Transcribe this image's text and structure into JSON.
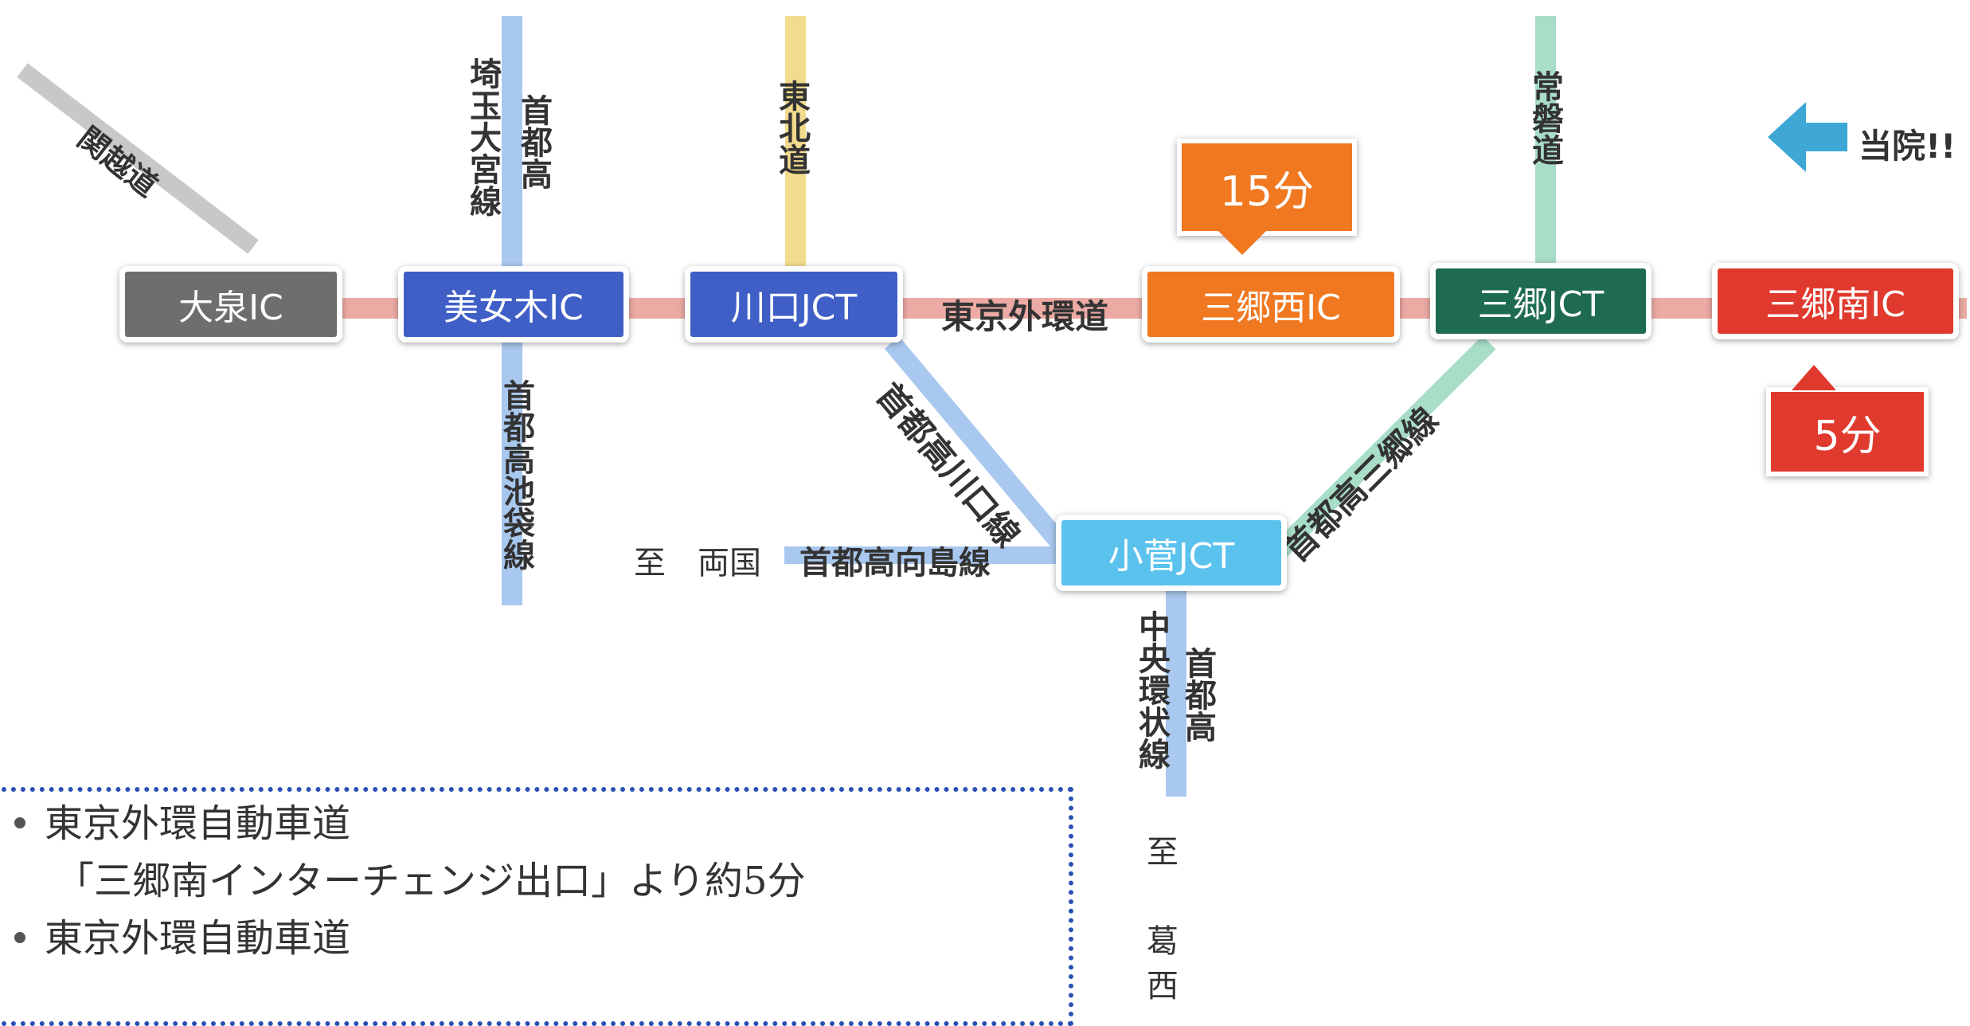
{
  "nodes": {
    "oizumi": {
      "label": "大泉IC",
      "color": "#6e6e6e"
    },
    "bijogi": {
      "label": "美女木IC",
      "color": "#3f5fc7"
    },
    "kawaguchi": {
      "label": "川口JCT",
      "color": "#3f5fc7"
    },
    "misato_nishi": {
      "label": "三郷西IC",
      "color": "#f07820"
    },
    "misato_jct": {
      "label": "三郷JCT",
      "color": "#1e6b52"
    },
    "misato_minami": {
      "label": "三郷南IC",
      "color": "#e03a2e"
    },
    "kosuge": {
      "label": "小菅JCT",
      "color": "#5bc2ee"
    }
  },
  "roads": {
    "kanetsu": "関越道",
    "shuto_saitama_omiya_a": "埼玉大宮線",
    "shuto_saitama_omiya_b": "首都高",
    "tohoku": "東北道",
    "joban": "常磐道",
    "gaikan": "東京外環道",
    "shuto_ikebukuro": "首都高池袋線",
    "shuto_kawaguchi": "首都高川口線",
    "shuto_misato": "首都高三郷線",
    "shuto_mukojima": "首都高向島線",
    "to_ryogoku": "至　両国",
    "shuto_chuo_a": "中央環状線",
    "shuto_chuo_b": "首都高",
    "to_kasai": "至　葛西"
  },
  "callouts": {
    "min15": {
      "label": "15分",
      "color": "#f07820"
    },
    "min5": {
      "label": "5分",
      "color": "#e03a2e"
    }
  },
  "destination": {
    "label": "当院!!",
    "arrow_color": "#3ea7d6",
    "icon": "left-arrow-icon"
  },
  "info": {
    "item1_title": "東京外環自動車道",
    "item1_sub": "「三郷南インターチェンジ出口」より約5分",
    "item2_title": "東京外環自動車道"
  }
}
